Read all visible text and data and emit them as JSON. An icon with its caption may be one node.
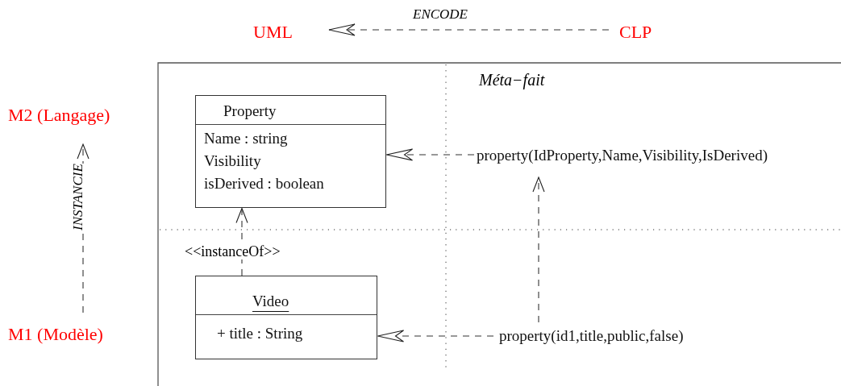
{
  "diagram": {
    "nodes": [
      {
        "text": [
          "UML"
        ]
      },
      {
        "text": [
          "CLP"
        ]
      },
      {
        "text": [
          "M2 (Langage)"
        ]
      },
      {
        "text": [
          "M1 (Modèle)"
        ]
      },
      {
        "text": [
          "Property",
          "Name : string",
          "Visibility",
          "isDerived : boolean"
        ]
      },
      {
        "text": [
          "Video",
          "+ title : String"
        ]
      },
      {
        "text": [
          "property(IdProperty,Name,Visibility,IsDerived)"
        ]
      },
      {
        "text": [
          "property(id1,title,public,false)"
        ]
      }
    ],
    "edges": [
      {
        "from": 1,
        "to": 0,
        "arrow": "to",
        "label": "ENCODE"
      },
      {
        "from": 3,
        "to": 2,
        "arrow": "to",
        "label": "INSTANCIE"
      },
      {
        "from": 6,
        "to": 4,
        "arrow": "to"
      },
      {
        "from": 5,
        "to": 4,
        "arrow": "to",
        "label": "<<instanceOf>>"
      },
      {
        "from": 7,
        "to": 5,
        "arrow": "to"
      },
      {
        "from": 7,
        "to": 6,
        "arrow": "to"
      }
    ],
    "labels": [
      "Méta−fait"
    ]
  }
}
